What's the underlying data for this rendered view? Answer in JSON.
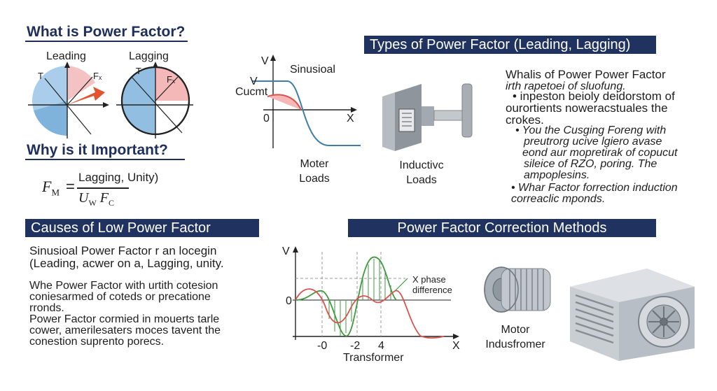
{
  "s1": {
    "title": "What is Power Factor?",
    "leading_label": "Leading",
    "lagging_label": "Lagging",
    "t_label_1": "T",
    "fx_label_1": "Fₓ",
    "t_label_2": "T",
    "fx_label_2": "Fₓ"
  },
  "s2": {
    "title": "Why is it Important?",
    "formula_lhs": "F",
    "formula_lhs_sub": "M",
    "formula_eq": "=",
    "formula_num": "Lagging, Unity)",
    "formula_den_a": "U",
    "formula_den_a_sub": "W",
    "formula_den_b": "F",
    "formula_den_b_sub": "C"
  },
  "graph1": {
    "title": "Sinusioal",
    "v_axis": "V",
    "v_label": "V",
    "current_label": "Cucmt",
    "zero": "0",
    "x_axis": "X",
    "caption_line1": "Moter",
    "caption_line2": "Loads"
  },
  "types": {
    "banner": "Types of Power Factor (Leading, Lagging)",
    "inductive_line1": "Inductivc",
    "inductive_line2": "Loads",
    "heading": "Whalis of Power  Power Factor",
    "sub": "irth rapetoei of sluofung.",
    "bullet1": [
      "• inpeston beioly deidorstom of",
      "ourortients noweracstuales the",
      "crokes."
    ],
    "bullet2": [
      "• You the Cusging Foreng with",
      "preutrorg ucive lgiero avase",
      "eond aur mopretirak of copucut",
      "sileice of RZO, poring. The",
      "ampoplesins."
    ],
    "bullet3": [
      "• Whar Factor forrection induction",
      "correaclic mponds."
    ]
  },
  "causes": {
    "banner": "Causes of Low Power Factor",
    "line1": "Sinusioal Power Factor r an locegin",
    "line2": "(Leading, acwer on a, Lagging, unity.",
    "para": [
      "Whe Power Factor with urtith cotesion",
      "coniesarmed of coteds  or precatione",
      "rronds.",
      "Power Factor cormied in mouerts tarle",
      "cower, amerilesaters moces tavent the",
      "conestion suprento porecs."
    ]
  },
  "correction": {
    "banner": "Power Factor Correction Methods",
    "v_axis": "V",
    "zero": "0",
    "x_axis": "X",
    "tick1": "-0",
    "tick2": "-2",
    "tick3": "4",
    "phase_line1": "X phase",
    "phase_line2": "difference",
    "caption": "Transformer",
    "motor_line1": "Motor",
    "motor_line2": "Indusfromer"
  },
  "colors": {
    "navy": "#203260",
    "red": "#d9534f",
    "blue": "#7fb3dc",
    "green": "#3e9a3e"
  }
}
